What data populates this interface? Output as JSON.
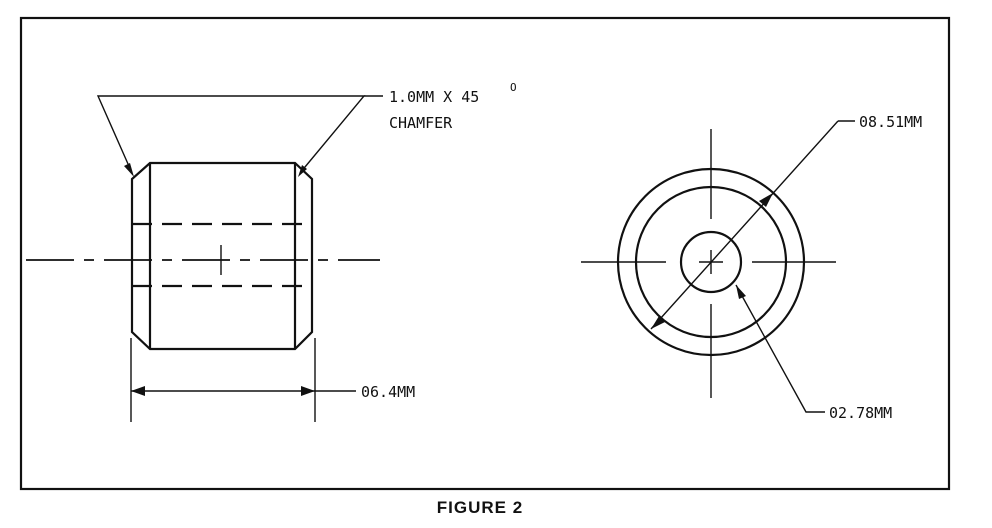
{
  "labels": {
    "chamfer_line1": "1.0MM X 45",
    "chamfer_degree": "O",
    "chamfer_line2": "CHAMFER",
    "outer_diameter": "08.51MM",
    "length": "06.4MM",
    "bore_diameter": "02.78MM"
  },
  "caption": "FIGURE 2"
}
